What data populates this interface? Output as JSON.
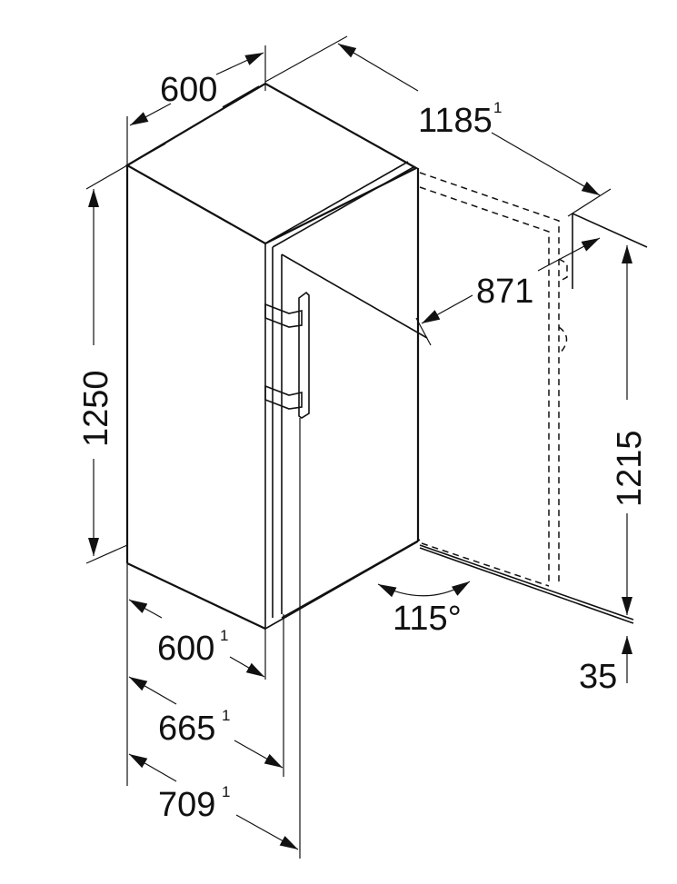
{
  "dimensions": {
    "top_width": {
      "value": "600",
      "note": ""
    },
    "open_depth": {
      "value": "1185",
      "note": "1"
    },
    "door_open_clearance": {
      "value": "871",
      "note": ""
    },
    "height": {
      "value": "1250",
      "note": ""
    },
    "door_height": {
      "value": "1215",
      "note": ""
    },
    "door_angle": {
      "value": "115°",
      "note": ""
    },
    "plinth": {
      "value": "35",
      "note": ""
    },
    "depth_body": {
      "value": "600",
      "note": "1"
    },
    "depth_door": {
      "value": "665",
      "note": "1"
    },
    "depth_handle": {
      "value": "709",
      "note": "1"
    }
  }
}
